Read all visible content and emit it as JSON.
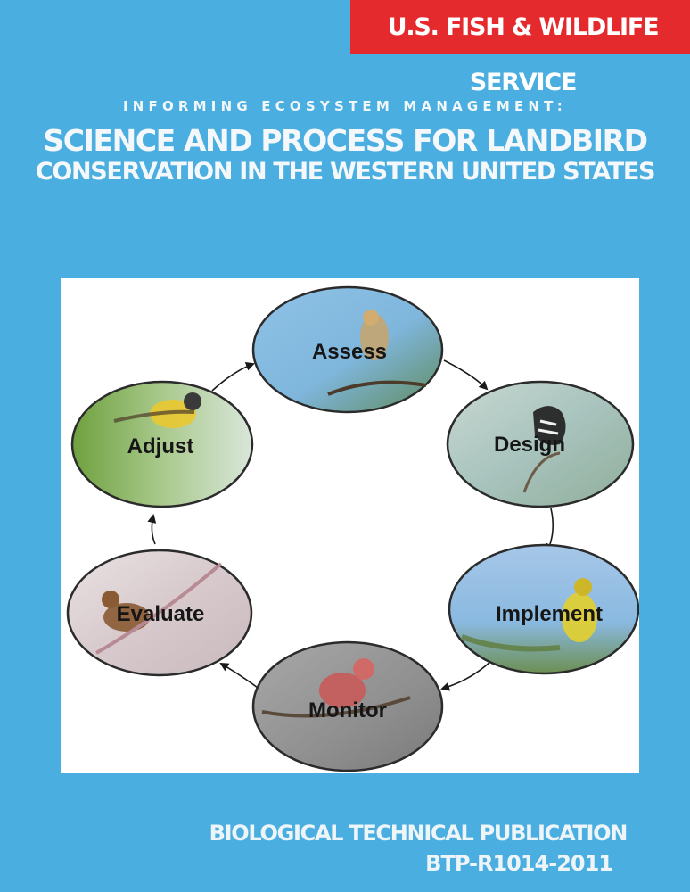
{
  "agency": "U.S. FISH & WILDLIFE SERVICE",
  "kicker": "INFORMING ECOSYSTEM MANAGEMENT:",
  "title_line1": "SCIENCE AND PROCESS FOR LANDBIRD",
  "title_line2": "CONSERVATION IN THE WESTERN UNITED STATES",
  "cycle": {
    "assess": "Assess",
    "design": "Design",
    "implement": "Implement",
    "monitor": "Monitor",
    "evaluate": "Evaluate",
    "adjust": "Adjust"
  },
  "publication_type": "BIOLOGICAL TECHNICAL PUBLICATION",
  "publication_number": "BTP-R1014-2011",
  "colors": {
    "background": "#4aaee0",
    "agency_banner": "#e52a2e",
    "panel": "#ffffff"
  }
}
